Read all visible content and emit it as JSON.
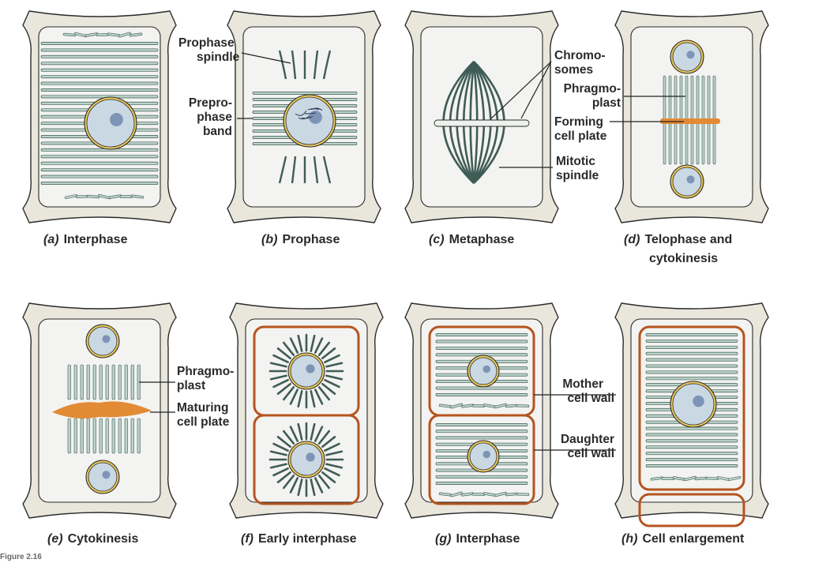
{
  "panels": [
    {
      "letter": "(a)",
      "title": "Interphase"
    },
    {
      "letter": "(b)",
      "title": "Prophase"
    },
    {
      "letter": "(c)",
      "title": "Metaphase"
    },
    {
      "letter": "(d)",
      "title": "Telophase and",
      "title2": "cytokinesis"
    },
    {
      "letter": "(e)",
      "title": "Cytokinesis"
    },
    {
      "letter": "(f)",
      "title": "Early interphase"
    },
    {
      "letter": "(g)",
      "title": "Interphase"
    },
    {
      "letter": "(h)",
      "title": "Cell enlargement"
    }
  ],
  "labels": {
    "prophase_spindle": [
      "Prophase",
      "spindle"
    ],
    "preprophase_band": [
      "Prepro-",
      "phase",
      "band"
    ],
    "chromosomes": [
      "Chromo-",
      "somes"
    ],
    "phragmoplast_top": [
      "Phragmo-",
      "plast"
    ],
    "forming_cell_plate": [
      "Forming",
      "cell plate"
    ],
    "mitotic_spindle": [
      "Mitotic",
      "spindle"
    ],
    "phragmoplast_bottom": [
      "Phragmo-",
      "plast"
    ],
    "maturing_cell_plate": [
      "Maturing",
      "cell plate"
    ],
    "mother_cell_wall": [
      "Mother",
      "cell wall"
    ],
    "daughter_cell_wall": [
      "Daughter",
      "cell wall"
    ]
  },
  "figure_ref": "Figure 2.16",
  "colors": {
    "wall": "#e9e6dc",
    "wall_edge": "#2b2b2b",
    "cytoplasm": "#f3f3f1",
    "microtubule_fill": "#bcd3cb",
    "microtubule_stroke": "#3f5c55",
    "nucleus": "#c9d8e3",
    "nucleolus": "#7d94b6",
    "nuclear_cap": "#e9c85c",
    "cell_plate": "#e38a34",
    "new_wall": "#b5541f"
  }
}
